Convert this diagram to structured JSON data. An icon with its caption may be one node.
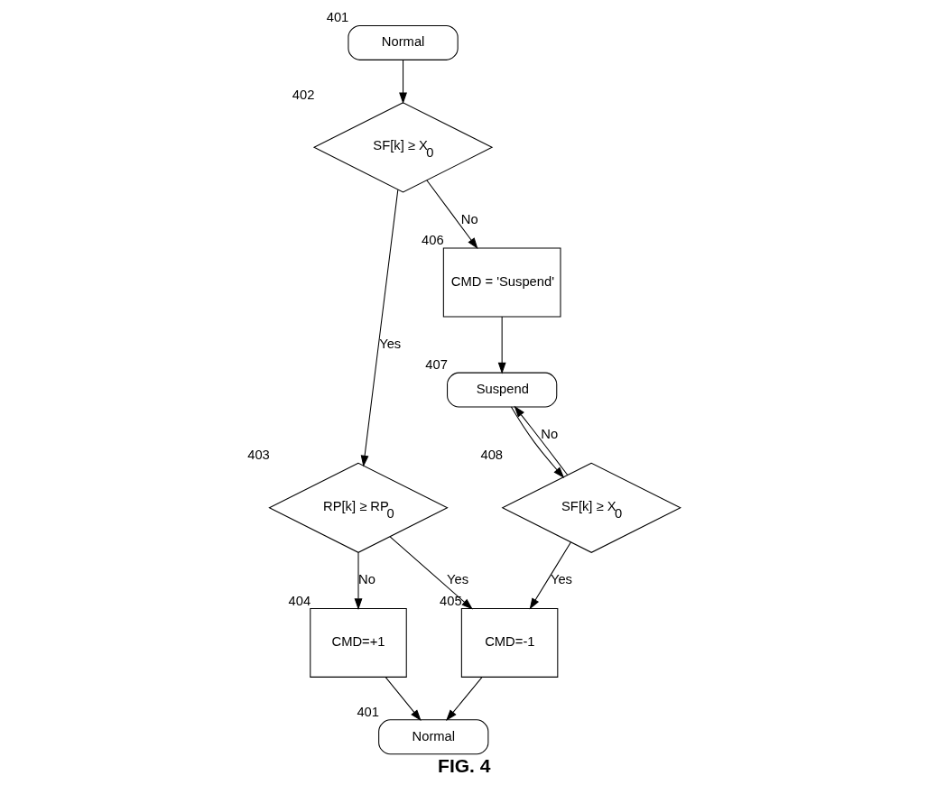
{
  "diagram": {
    "caption": "FIG. 4",
    "nodes": [
      {
        "text": [
          "Normal"
        ],
        "beside": [
          "401"
        ]
      },
      {
        "text": [
          "SF[k] ≥ X$_{0}$"
        ],
        "beside": [
          "402"
        ]
      },
      {
        "text": [
          "RP[k] ≥ RP$_{0}$"
        ],
        "beside": [
          "403"
        ]
      },
      {
        "text": [
          "CMD=+1"
        ],
        "beside": [
          "404"
        ]
      },
      {
        "text": [
          "CMD=-1"
        ],
        "beside": [
          "405"
        ]
      },
      {
        "text": [
          "Normal"
        ],
        "beside": [
          "401"
        ]
      },
      {
        "text": [
          "CMD = 'Suspend'"
        ],
        "beside": [
          "406"
        ]
      },
      {
        "text": [
          "Suspend"
        ],
        "beside": [
          "407"
        ]
      },
      {
        "text": [
          "SF[k] ≥ X$_{0}$"
        ],
        "beside": [
          "408"
        ]
      }
    ],
    "edges": [
      {
        "from": 0,
        "to": 1,
        "arrow": "to"
      },
      {
        "from": 1,
        "to": 6,
        "arrow": "to",
        "label": "No"
      },
      {
        "from": 1,
        "to": 2,
        "arrow": "to",
        "label": "Yes"
      },
      {
        "from": 2,
        "to": 3,
        "arrow": "to",
        "label": "No"
      },
      {
        "from": 2,
        "to": 4,
        "arrow": "to",
        "label": "Yes"
      },
      {
        "from": 3,
        "to": 5,
        "arrow": "to"
      },
      {
        "from": 4,
        "to": 5,
        "arrow": "to"
      },
      {
        "from": 6,
        "to": 7,
        "arrow": "to"
      },
      {
        "from": 7,
        "to": 8,
        "arrow": "to"
      },
      {
        "from": 8,
        "to": 4,
        "arrow": "to",
        "label": "Yes"
      },
      {
        "from": 8,
        "to": 7,
        "arrow": "to",
        "label": "No"
      }
    ]
  }
}
